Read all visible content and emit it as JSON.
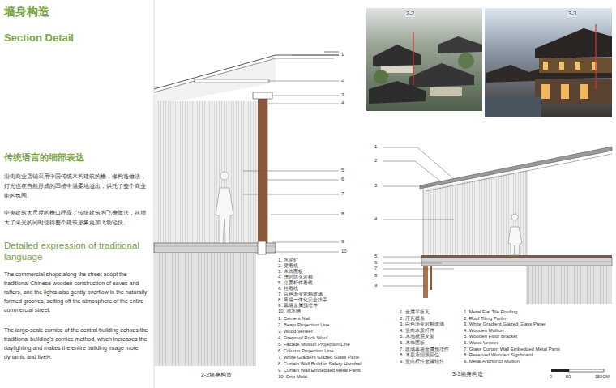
{
  "diagram": {
    "title": "墙身构造",
    "labels": [
      "Section Detail",
      "传统语言的细部表达",
      "沿街商业店铺采用中国传统木构建筑的檐，椽构造做法，灯光也在自然形成的凹槽中温柔地溢出，烘托了整个商业街的氛围。",
      "中央建筑大尺度的檐口呼应了传统建筑的飞檐做法，在增大了采光的同时使得整个建筑形象更加飞动轻快。",
      "Detailed expression of traditional language",
      "The commercial shops along the street adopt the traditional Chinese wooden construction of eaves and rafters, and the lights also gently overflow in the naturally formed grooves, setting off the atmosphere of the entire commercial street.",
      "The large-scale cornice of the central building echoes the traditional building's cornice method, which increases the daylighting and makes the entire building image more dynamic and lively.",
      "2-2",
      "3-3",
      "1",
      "2",
      "3",
      "4",
      "5",
      "6",
      "7",
      "8",
      "9",
      "10",
      "1. 水泥钉",
      "2. 梁看线",
      "3. 木饰面板",
      "4. 憎岩防火岩棉",
      "5. 立面杆件看线",
      "6. 柱看线",
      "7. 白色渐变彩釉玻璃",
      "8. 幕墙一体化安全扶手",
      "9. 幕墙金属预埋件",
      "10. 滴水槽",
      "1. Cement Nail",
      "2. Beam Projection Line",
      "3. Wood Veneer",
      "4. Fireproof Rock Wool",
      "5. Facade Mullion Projection Line",
      "6. Column Projection Line",
      "7. White Gradient Glazed Glass Pane",
      "8. Curtain Wall Build-in Safety Handrail",
      "9. Curtain Wall Embedded Metal Parts",
      "10. Drip Mold",
      "2-2墙身构造",
      "1",
      "2",
      "3",
      "4",
      "5",
      "6",
      "7",
      "8",
      "9",
      "1. 金属平板瓦",
      "2. 压瓦檩条",
      "3. 白色渐变彩釉玻璃",
      "4. 竖向木质杆件",
      "5. 木地板层支架",
      "6. 木饰面板",
      "7. 玻璃幕墙金属预埋件",
      "8. 木质店招预留位",
      "9. 竖向杆件金属锚件",
      "1. Metal Flat Tile Roofing",
      "2. Roof Tiling Purlin",
      "3. White Gradient Glazed Glass Panel",
      "4. Wooden Mullion",
      "5. Wooden Floor Bracket",
      "6. Wood Veneer",
      "7. Glass Curtain Wall Embedded Metal Parts",
      "8. Reserved Wooden Signboard",
      "9. Metal Anchor of Mullion",
      "3-3墙身构造",
      "0",
      "50",
      "150CM"
    ]
  }
}
